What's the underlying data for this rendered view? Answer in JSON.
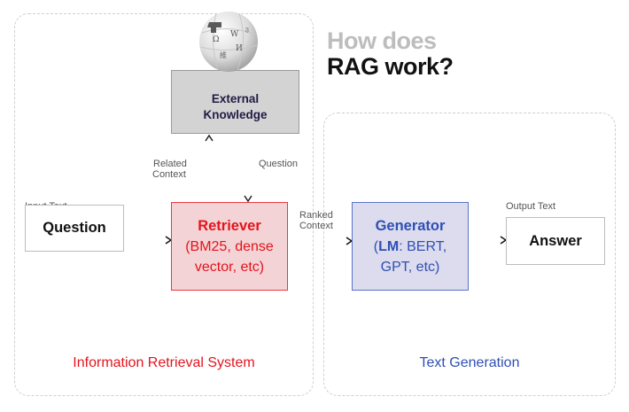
{
  "title": {
    "line1": "How does",
    "line2": "RAG work?"
  },
  "regions": {
    "retrieval": {
      "label": "Information Retrieval System",
      "color": "#e3141e"
    },
    "generation": {
      "label": "Text Generation",
      "color": "#2f4fb3"
    }
  },
  "nodes": {
    "knowledge": {
      "line1": "External",
      "line2": "Knowledge",
      "icon": "wikipedia-globe-icon"
    },
    "question": {
      "label": "Question",
      "caption": "Input Text"
    },
    "retriever": {
      "header": "Retriever",
      "line1": "(BM25, dense",
      "line2": "vector, etc)"
    },
    "generator": {
      "header": "Generator",
      "lm_bold": "LM",
      "lm_rest": ": BERT,",
      "line2": "GPT, etc)",
      "open_paren": "("
    },
    "answer": {
      "label": "Answer",
      "caption": "Output Text"
    }
  },
  "edges": {
    "related_context": {
      "line1": "Related",
      "line2": "Context"
    },
    "question": {
      "label": "Question"
    },
    "ranked_context": {
      "line1": "Ranked",
      "line2": "Context"
    }
  }
}
